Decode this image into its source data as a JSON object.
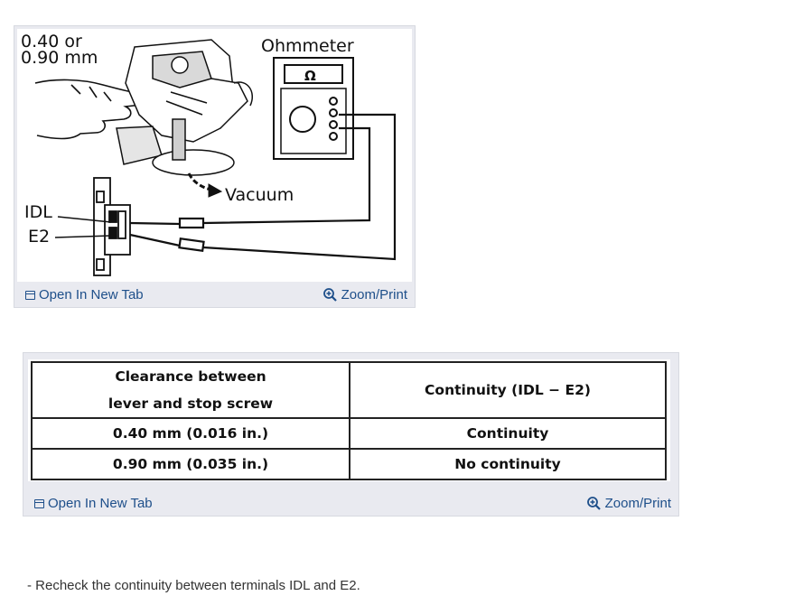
{
  "figure": {
    "labels": {
      "clearance_line1": "0.40 or",
      "clearance_line2": "0.90 mm",
      "ohmmeter": "Ohmmeter",
      "ohm_symbol": "Ω",
      "vacuum": "Vacuum",
      "idl": "IDL",
      "e2": "E2"
    },
    "open_tab": "Open In New Tab",
    "zoom_print": "Zoom/Print"
  },
  "spec_table": {
    "header_left_line1": "Clearance between",
    "header_left_line2": "lever and stop screw",
    "header_right": "Continuity (IDL  −  E2)",
    "rows": [
      {
        "clearance": "0.40 mm (0.016 in.)",
        "continuity": "Continuity"
      },
      {
        "clearance": "0.90 mm (0.035 in.)",
        "continuity": "No continuity"
      }
    ],
    "open_tab": "Open In New Tab",
    "zoom_print": "Zoom/Print"
  },
  "note": "-  Recheck the continuity between terminals IDL and E2."
}
